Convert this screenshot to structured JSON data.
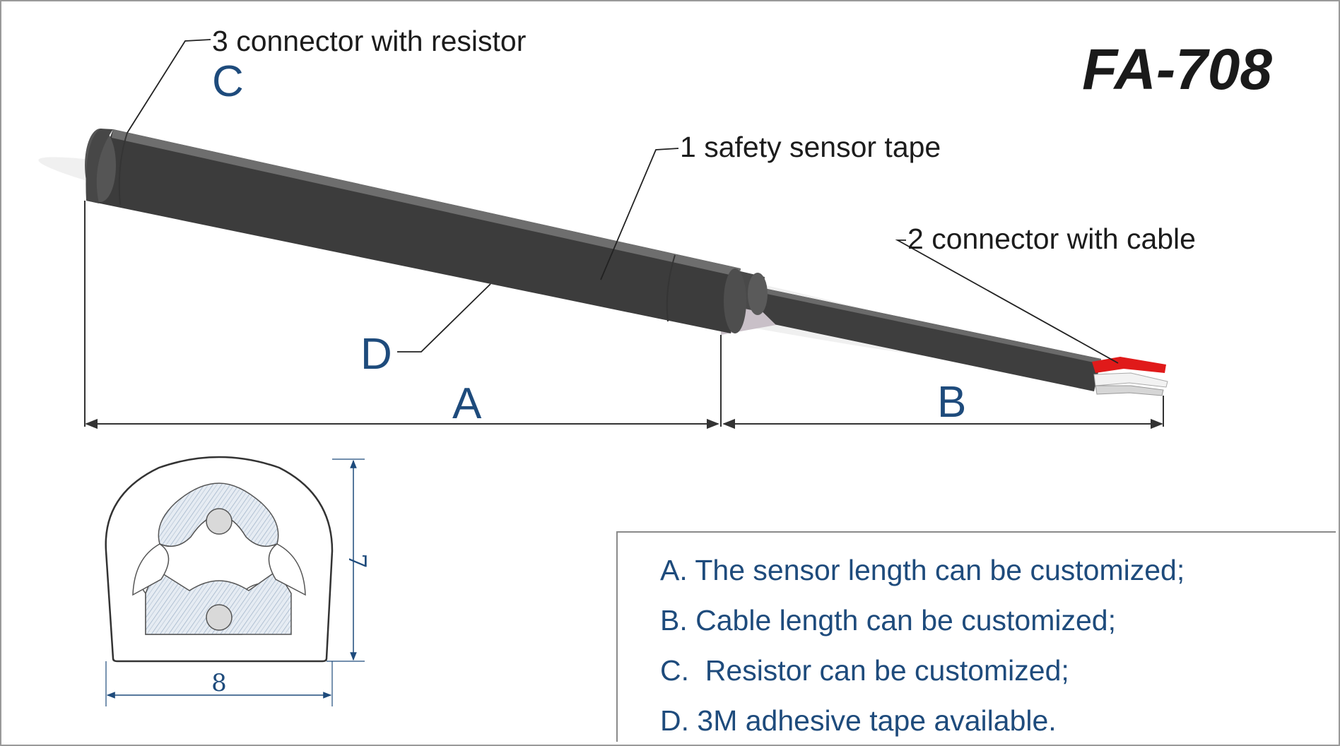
{
  "model": "FA-708",
  "callouts": {
    "connector_resistor": "3  connector with resistor",
    "sensor_tape": "1 safety sensor tape",
    "connector_cable": "2 connector with cable"
  },
  "dimension_letters": {
    "a": "A",
    "b": "B",
    "c": "C",
    "d": "D"
  },
  "cross_section": {
    "height": "7",
    "width": "8"
  },
  "notes": [
    "A. The sensor length can be customized;",
    "B. Cable length can be customized;",
    "C.  Resistor can be customized;",
    "D. 3M adhesive tape available."
  ],
  "colors": {
    "label_blue": "#1e4b7c",
    "sensor_body": "#4a4a4a",
    "wire_red": "#e01a1a"
  }
}
